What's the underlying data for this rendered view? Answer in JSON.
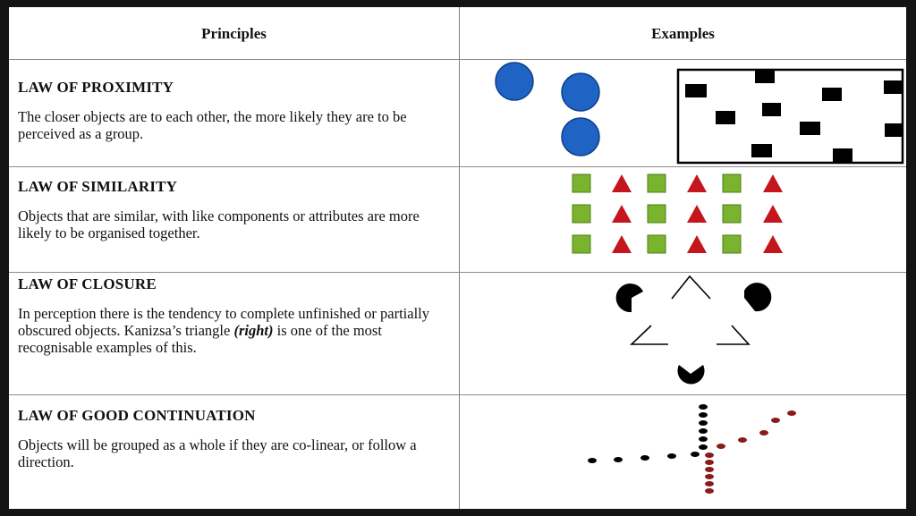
{
  "header": {
    "principles": "Principles",
    "examples": "Examples"
  },
  "rows": [
    {
      "title": "LAW OF PROXIMITY",
      "desc": "The closer objects are to each other, the more likely they are to be perceived as a group."
    },
    {
      "title": "LAW OF SIMILARITY",
      "desc": "Objects that are similar, with like components or attributes are more likely to be organised together."
    },
    {
      "title": "LAW OF CLOSURE",
      "desc_before": "In perception there is the tendency to complete unfinished or partially obscured objects. Kanizsa’s triangle ",
      "desc_em": "(right)",
      "desc_after": " is one of the most recognisable examples of this."
    },
    {
      "title": "LAW OF GOOD CONTINUATION",
      "desc": "Objects will be grouped as a whole if they are co-linear, or follow a direction."
    }
  ],
  "colors": {
    "circle_blue": "#1f63c4",
    "square_green": "#7ab32e",
    "triangle_red": "#c4161c",
    "dot_dark_red": "#8b1a1a"
  }
}
